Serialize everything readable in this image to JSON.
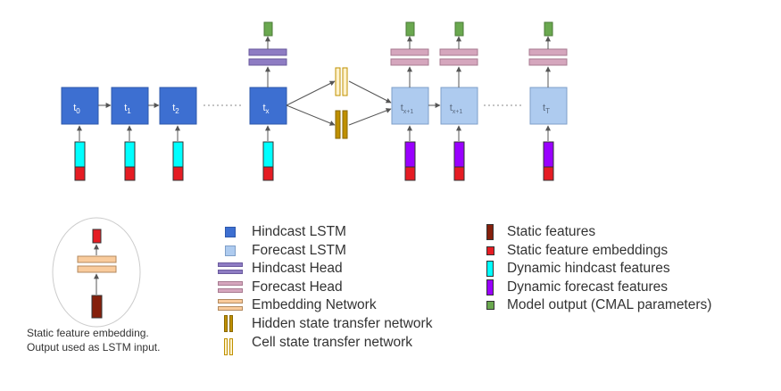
{
  "timesteps": {
    "t0": {
      "base": "t",
      "sub": "0"
    },
    "t1": {
      "base": "t",
      "sub": "1"
    },
    "t2": {
      "base": "t",
      "sub": "2"
    },
    "tx": {
      "base": "t",
      "sub": "x"
    },
    "tx1a": {
      "base": "t",
      "sub": "x+1"
    },
    "tx1b": {
      "base": "t",
      "sub": "x+1"
    },
    "tT": {
      "base": "t",
      "sub": "T"
    }
  },
  "caption": {
    "line1": "Static feature embedding.",
    "line2": "Output used as LSTM input."
  },
  "legend": {
    "left": [
      {
        "label": "Hindcast LSTM",
        "icon": "square-icon",
        "color": "#3d6fd1"
      },
      {
        "label": "Forecast LSTM",
        "icon": "square-icon",
        "color": "#aecbef"
      },
      {
        "label": "Hindcast Head",
        "icon": "double-bar-icon",
        "color": "#8e7cc3"
      },
      {
        "label": "Forecast Head",
        "icon": "double-bar-icon",
        "color": "#d5a6bd"
      },
      {
        "label": "Embedding Network",
        "icon": "double-bar-icon",
        "color": "#f9cb9c"
      },
      {
        "label": "Hidden state transfer network",
        "icon": "double-pillar-icon",
        "color": "#bf9000"
      },
      {
        "label": "Cell state transfer network",
        "icon": "double-pillar-icon",
        "color": "#fff2cc"
      }
    ],
    "right": [
      {
        "label": "Static features",
        "icon": "tall-bar-icon",
        "color": "#85200c"
      },
      {
        "label": "Static feature embeddings",
        "icon": "square-icon",
        "color": "#e51c23"
      },
      {
        "label": "Dynamic hindcast features",
        "icon": "tall-bar-icon",
        "color": "#00ffff"
      },
      {
        "label": "Dynamic forecast features",
        "icon": "tall-bar-icon",
        "color": "#9900ff"
      },
      {
        "label": "Model output (CMAL parameters)",
        "icon": "square-icon",
        "color": "#6aa84f"
      }
    ]
  },
  "colors": {
    "hindcast_lstm": "#3d6fd1",
    "forecast_lstm": "#aecbef",
    "hindcast_head": "#8e7cc3",
    "forecast_head": "#d5a6bd",
    "embedding": "#f9cb9c",
    "hidden_transfer": "#bf9000",
    "cell_transfer": "#fff2cc",
    "static_feature": "#85200c",
    "static_embedding": "#e51c23",
    "dynamic_hindcast": "#00ffff",
    "dynamic_forecast": "#9900ff",
    "output": "#6aa84f",
    "arrow": "#555555"
  }
}
